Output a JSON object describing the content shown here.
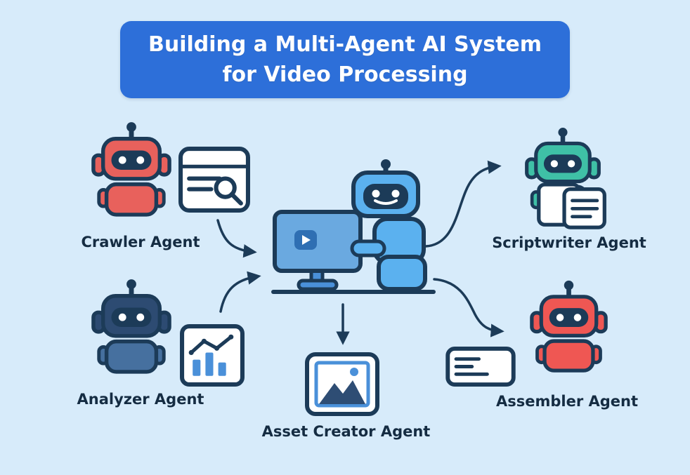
{
  "title": {
    "line1": "Building a Multi-Agent AI System",
    "line2": "for Video Processing"
  },
  "agents": {
    "crawler": {
      "label": "Crawler Agent",
      "color": "#e8615c",
      "icon": "browser-search-icon"
    },
    "analyzer": {
      "label": "Analyzer Agent",
      "color": "#2d4b72",
      "body_color": "#46709f",
      "icon": "bar-chart-icon"
    },
    "coordinator": {
      "color": "#5bb1ef",
      "icon": "monitor-play-icon"
    },
    "scriptwriter": {
      "label": "Scriptwriter Agent",
      "color": "#3fc0a6",
      "icon": "script-document-icon"
    },
    "asset_creator": {
      "label": "Asset Creator Agent",
      "icon": "image-icon"
    },
    "assembler": {
      "label": "Assembler Agent",
      "color": "#ef5753",
      "icon": "text-card-icon"
    }
  },
  "colors": {
    "background": "#d7ebfa",
    "banner": "#2d6fd9",
    "banner_text": "#ffffff",
    "outline": "#1c3b58",
    "label_text": "#152c42",
    "icon_blue": "#4a90d9"
  }
}
